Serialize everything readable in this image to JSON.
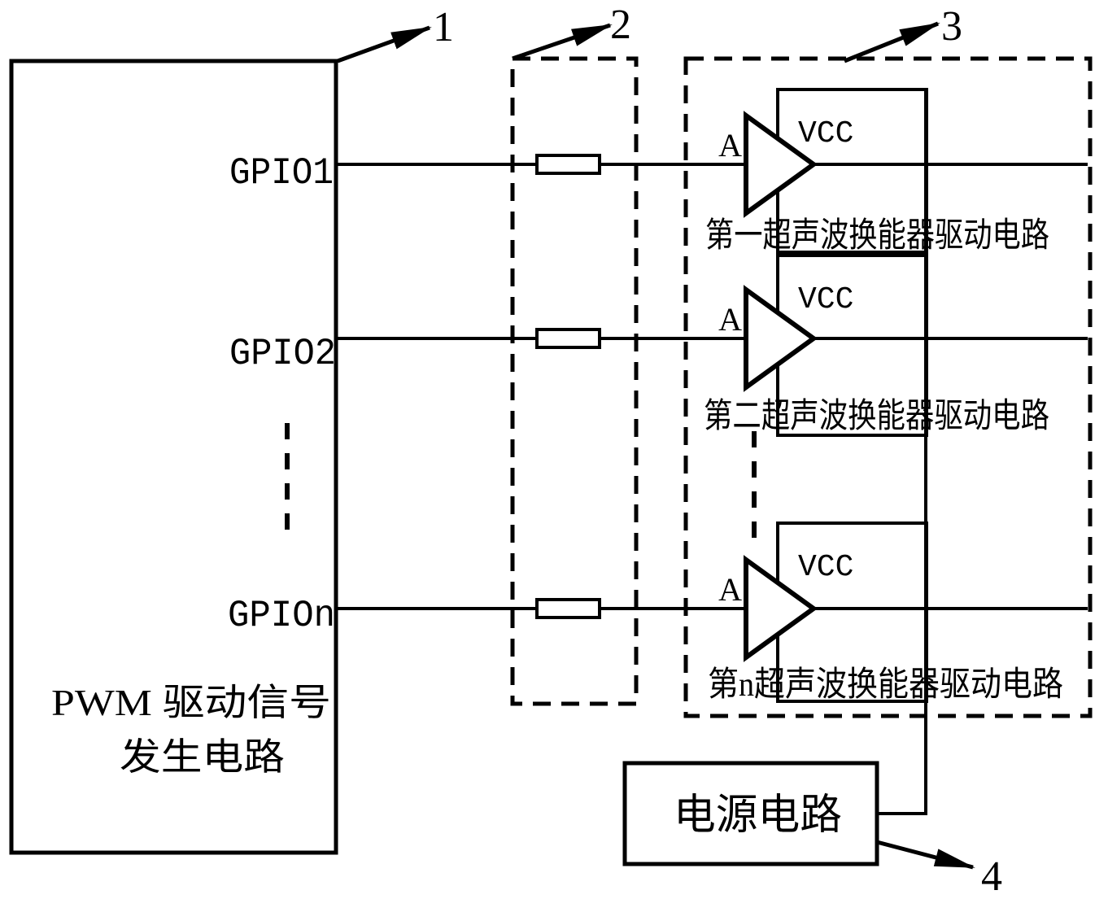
{
  "diagram": {
    "title": "Ultrasonic transducer driving circuit block diagram",
    "ink_color": "#000000",
    "background_color": "#ffffff"
  },
  "callouts": {
    "pwm_generator": "1",
    "matching_network": "2",
    "driver_group": "3",
    "power_supply": "4"
  },
  "pwm_box": {
    "title_line1": "PWM 驱动信号",
    "title_line2": "发生电路",
    "ports": [
      "GPIO1",
      "GPIO2",
      "GPIOn"
    ]
  },
  "driver_units": [
    {
      "input_label": "A",
      "vcc_label": "VCC",
      "caption": "第一超声波换能器驱动电路"
    },
    {
      "input_label": "A",
      "vcc_label": "VCC",
      "caption": "第二超声波换能器驱动电路"
    },
    {
      "input_label": "A",
      "vcc_label": "VCC",
      "caption": "第n超声波换能器驱动电路"
    }
  ],
  "power_box": {
    "label": "电源电路"
  }
}
